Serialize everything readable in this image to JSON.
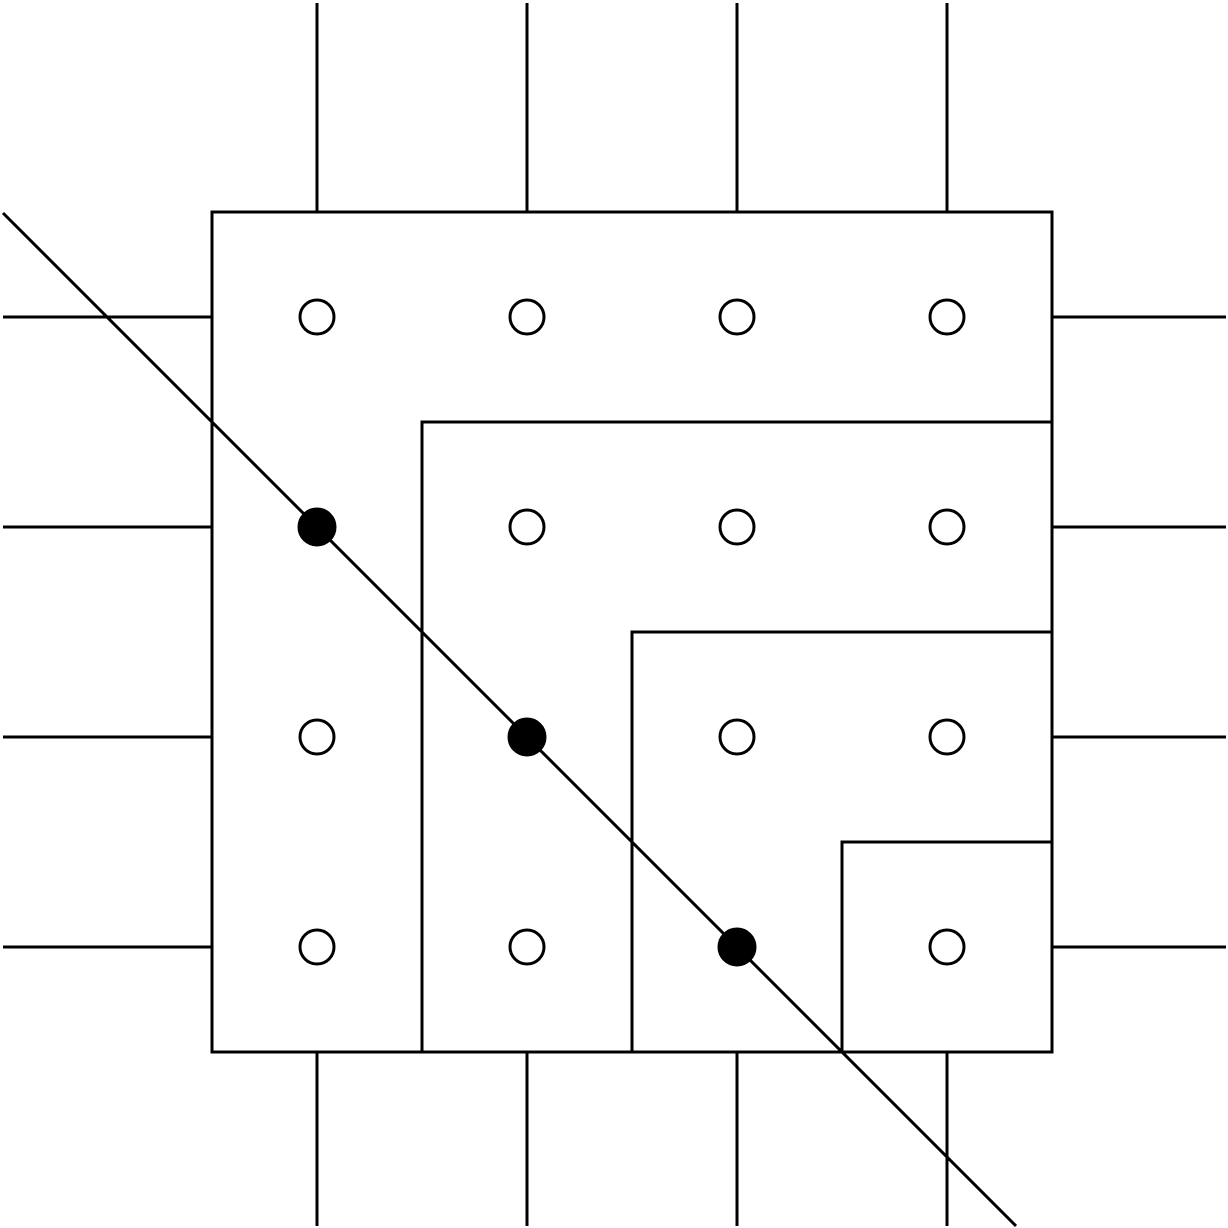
{
  "diagram": {
    "grid_size": 4,
    "stroke_color": "#000000",
    "background_color": "#ffffff",
    "nodes": [
      {
        "row": 1,
        "col": 1,
        "state": "open"
      },
      {
        "row": 1,
        "col": 2,
        "state": "open"
      },
      {
        "row": 1,
        "col": 3,
        "state": "open"
      },
      {
        "row": 1,
        "col": 4,
        "state": "open"
      },
      {
        "row": 2,
        "col": 1,
        "state": "filled"
      },
      {
        "row": 2,
        "col": 2,
        "state": "open"
      },
      {
        "row": 2,
        "col": 3,
        "state": "open"
      },
      {
        "row": 2,
        "col": 4,
        "state": "open"
      },
      {
        "row": 3,
        "col": 1,
        "state": "open"
      },
      {
        "row": 3,
        "col": 2,
        "state": "filled"
      },
      {
        "row": 3,
        "col": 3,
        "state": "open"
      },
      {
        "row": 3,
        "col": 4,
        "state": "open"
      },
      {
        "row": 4,
        "col": 1,
        "state": "open"
      },
      {
        "row": 4,
        "col": 2,
        "state": "open"
      },
      {
        "row": 4,
        "col": 3,
        "state": "filled"
      },
      {
        "row": 4,
        "col": 4,
        "state": "open"
      }
    ],
    "nested_regions": [
      {
        "from_row": 1,
        "from_col": 1
      },
      {
        "from_row": 2,
        "from_col": 2
      },
      {
        "from_row": 3,
        "from_col": 3
      },
      {
        "from_row": 4,
        "from_col": 4
      }
    ],
    "diagonal_line": {
      "passes_through": [
        [
          2,
          1
        ],
        [
          3,
          2
        ],
        [
          4,
          3
        ]
      ]
    }
  }
}
